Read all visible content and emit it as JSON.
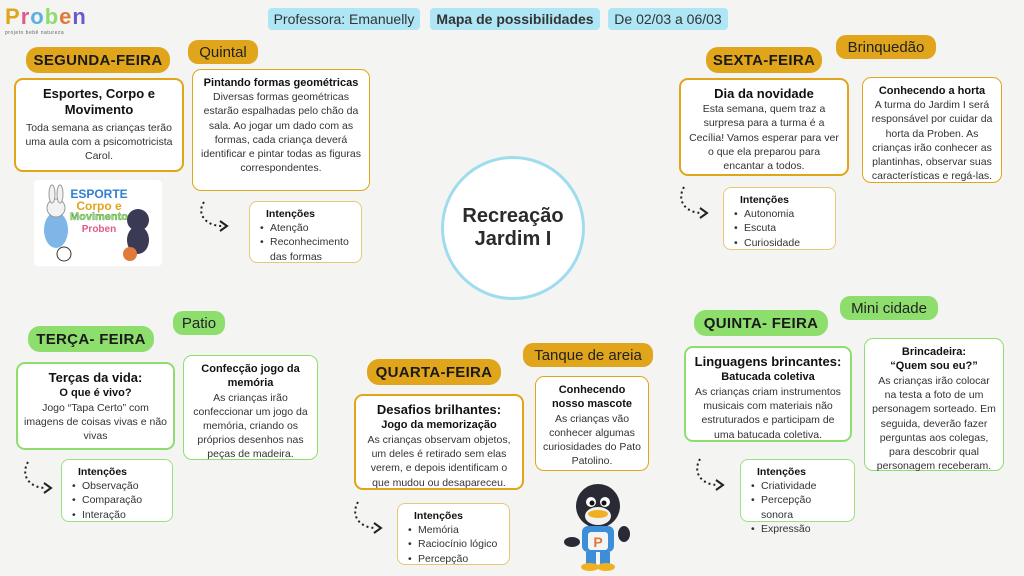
{
  "logo": {
    "text": "Proben",
    "sub": "projeto bebê natureza"
  },
  "header": {
    "teacher": "Professora: Emanuelly",
    "title": "Mapa de possibilidades",
    "dates": "De 02/03 a 06/03"
  },
  "center": {
    "line1": "Recreação",
    "line2": "Jardim I"
  },
  "monday": {
    "day": "SEGUNDA-FEIRA",
    "place": "Quintal",
    "card1": {
      "title": "Esportes, Corpo e Movimento",
      "text": "Toda semana as crianças terão uma aula com a psicomotricista Carol."
    },
    "card2": {
      "title": "Pintando formas geométricas",
      "text": "Diversas formas geométricas estarão espalhadas pelo chão da sala. Ao jogar um dado com as formas, cada criança deverá identificar e pintar todas as figuras correspondentes."
    },
    "intentions_title": "Intenções",
    "intentions": [
      "Atenção",
      "Reconhecimento das formas"
    ],
    "image_text": [
      "ESPORTE",
      "Corpo e",
      "Movimento",
      "Proben"
    ]
  },
  "tuesday": {
    "day": "TERÇA- FEIRA",
    "place": "Patio",
    "card1": {
      "title": "Terças da vida:",
      "subtitle": "O que é vivo?",
      "text": "Jogo “Tapa Certo” com imagens de coisas vivas e não vivas"
    },
    "card2": {
      "title": "Confecção jogo da memória",
      "text": "As crianças irão confeccionar um jogo da memória, criando os próprios desenhos nas peças de madeira."
    },
    "intentions_title": "Intenções",
    "intentions": [
      "Observação",
      "Comparação",
      "Interação"
    ]
  },
  "wednesday": {
    "day": "QUARTA-FEIRA",
    "place": "Tanque de areia",
    "card1": {
      "title": "Desafios brilhantes:",
      "subtitle": "Jogo da memorização",
      "text": "As crianças observam objetos, um deles é retirado sem elas verem, e depois identificam o que mudou ou desapareceu."
    },
    "card2": {
      "title": "Conhecendo nosso mascote",
      "text": "As crianças vão conhecer algumas curiosidades do Pato Patolino."
    },
    "intentions_title": "Intenções",
    "intentions": [
      "Memória",
      "Raciocínio lógico",
      "Percepção"
    ]
  },
  "thursday": {
    "day": "QUINTA- FEIRA",
    "place": "Mini cidade",
    "card1": {
      "title": "Linguagens brincantes:",
      "subtitle": "Batucada coletiva",
      "text": "As crianças criam instrumentos musicais com materiais não estruturados e participam de uma batucada coletiva."
    },
    "card2": {
      "title": "Brincadeira:",
      "subtitle": "“Quem sou eu?”",
      "text": "As crianças irão colocar na testa a foto de um personagem sorteado. Em seguida, deverão fazer perguntas aos colegas, para descobrir qual personagem receberam."
    },
    "intentions_title": "Intenções",
    "intentions": [
      "Criatividade",
      "Percepção sonora",
      "Expressão"
    ]
  },
  "friday": {
    "day": "SEXTA-FEIRA",
    "place": "Brinquedão",
    "card1": {
      "title": "Dia da novidade",
      "text": "Esta semana, quem traz a surpresa para a turma é a Cecília! Vamos esperar para ver o que ela preparou para encantar a todos."
    },
    "card2": {
      "title": "Conhecendo a horta",
      "text": "A turma do Jardim I será responsável por cuidar da horta da Proben. As crianças irão conhecer as plantinhas, observar suas características e regá-las."
    },
    "intentions_title": "Intenções",
    "intentions": [
      "Autonomia",
      "Escuta",
      "Curiosidade"
    ]
  },
  "colors": {
    "yellow": "#e0a51a",
    "green": "#8ede6e",
    "blue": "#aee6f5",
    "logo_colors": [
      "#e0a51a",
      "#e05a8a",
      "#5ab0e0",
      "#8ede6e",
      "#e07a3a",
      "#6a5ad0"
    ]
  }
}
